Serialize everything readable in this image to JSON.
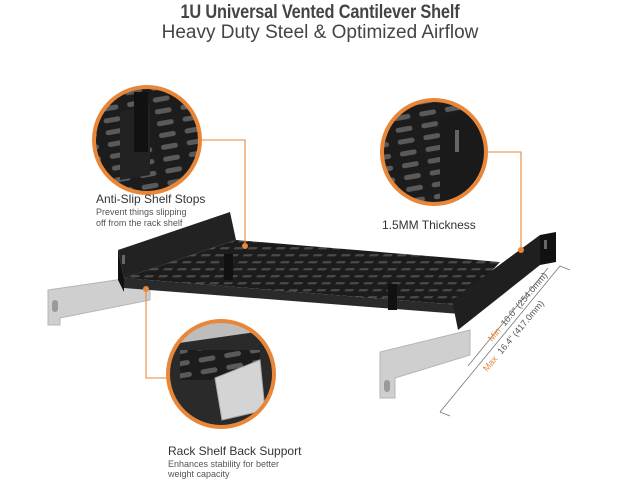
{
  "header": {
    "title": "1U Universal Vented Cantilever Shelf",
    "subtitle": "Heavy Duty Steel & Optimized Airflow"
  },
  "callouts": {
    "anti_slip": {
      "title": "Anti-Slip Shelf Stops",
      "desc_line1": "Prevent things slipping",
      "desc_line2": "off from the rack shelf"
    },
    "thickness": {
      "title": "1.5MM Thickness"
    },
    "back_support": {
      "title": "Rack Shelf Back Support",
      "desc_line1": "Enhances stability for better",
      "desc_line2": "weight capacity"
    }
  },
  "dimensions": {
    "min_label": "Min",
    "min_value": "10.0\" (254.0mm)",
    "max_label": "Max",
    "max_value": "16.4\" (417.0mm)"
  },
  "colors": {
    "accent": "#e8873a",
    "steel": "#1c1c1c",
    "bracket": "#c9c9c9",
    "text": "#333333"
  }
}
